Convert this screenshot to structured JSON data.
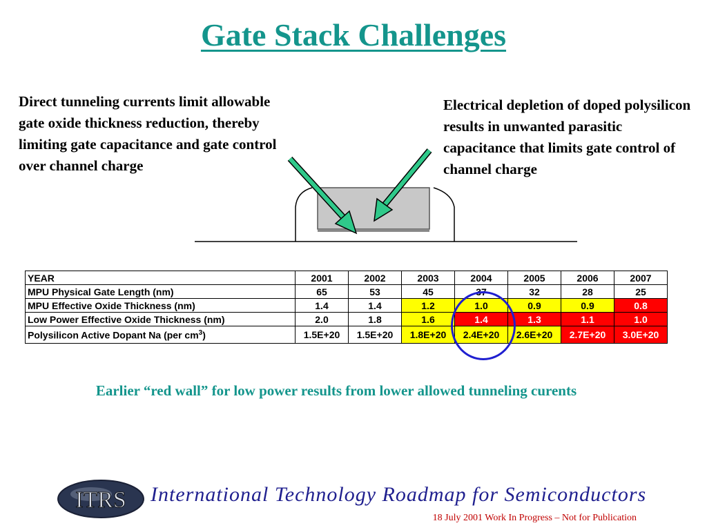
{
  "title": "Gate Stack Challenges",
  "left_text": "Direct tunneling currents limit allowable gate oxide thickness reduction, thereby limiting gate capacitance and gate control over channel charge",
  "right_text": "Electrical depletion of doped polysilicon results in unwanted parasitic capacitance that limits gate control of channel charge",
  "table": {
    "rows": [
      {
        "label": "YEAR",
        "cells": [
          {
            "v": "2001",
            "c": ""
          },
          {
            "v": "2002",
            "c": ""
          },
          {
            "v": "2003",
            "c": ""
          },
          {
            "v": "2004",
            "c": ""
          },
          {
            "v": "2005",
            "c": ""
          },
          {
            "v": "2006",
            "c": ""
          },
          {
            "v": "2007",
            "c": ""
          }
        ]
      },
      {
        "label": "MPU Physical Gate Length (nm)",
        "cells": [
          {
            "v": "65",
            "c": ""
          },
          {
            "v": "53",
            "c": ""
          },
          {
            "v": "45",
            "c": ""
          },
          {
            "v": "37",
            "c": ""
          },
          {
            "v": "32",
            "c": ""
          },
          {
            "v": "28",
            "c": ""
          },
          {
            "v": "25",
            "c": ""
          }
        ]
      },
      {
        "label": "MPU Effective Oxide Thickness (nm)",
        "cells": [
          {
            "v": "1.4",
            "c": ""
          },
          {
            "v": "1.4",
            "c": ""
          },
          {
            "v": "1.2",
            "c": "yellow"
          },
          {
            "v": "1.0",
            "c": "yellow"
          },
          {
            "v": "0.9",
            "c": "yellow"
          },
          {
            "v": "0.9",
            "c": "yellow"
          },
          {
            "v": "0.8",
            "c": "red"
          }
        ]
      },
      {
        "label": "Low Power Effective Oxide Thickness (nm)",
        "cells": [
          {
            "v": "2.0",
            "c": ""
          },
          {
            "v": "1.8",
            "c": ""
          },
          {
            "v": "1.6",
            "c": "yellow"
          },
          {
            "v": "1.4",
            "c": "red"
          },
          {
            "v": "1.3",
            "c": "red"
          },
          {
            "v": "1.1",
            "c": "red"
          },
          {
            "v": "1.0",
            "c": "red"
          }
        ]
      },
      {
        "label": "Polysilicon Active Dopant Na (per cm",
        "label_sup": "3",
        "label_end": ")",
        "cells": [
          {
            "v": "1.5E+20",
            "c": ""
          },
          {
            "v": "1.5E+20",
            "c": ""
          },
          {
            "v": "1.8E+20",
            "c": "yellow"
          },
          {
            "v": "2.4E+20",
            "c": "yellow"
          },
          {
            "v": "2.6E+20",
            "c": "yellow"
          },
          {
            "v": "2.7E+20",
            "c": "red"
          },
          {
            "v": "3.0E+20",
            "c": "red"
          }
        ]
      }
    ]
  },
  "note": "Earlier “red wall” for low power results from lower allowed tunneling curents",
  "logo_text": "ITRS",
  "org_name": "International Technology Roadmap for Semiconductors",
  "footer": "18 July 2001 Work In Progress – Not for Publication",
  "colors": {
    "title": "#14958c",
    "highlight_yellow": "#ffff00",
    "highlight_red": "#ff0000",
    "circle": "#1f1fd0",
    "footer": "#c00000",
    "arrow": "#2fc98a"
  }
}
